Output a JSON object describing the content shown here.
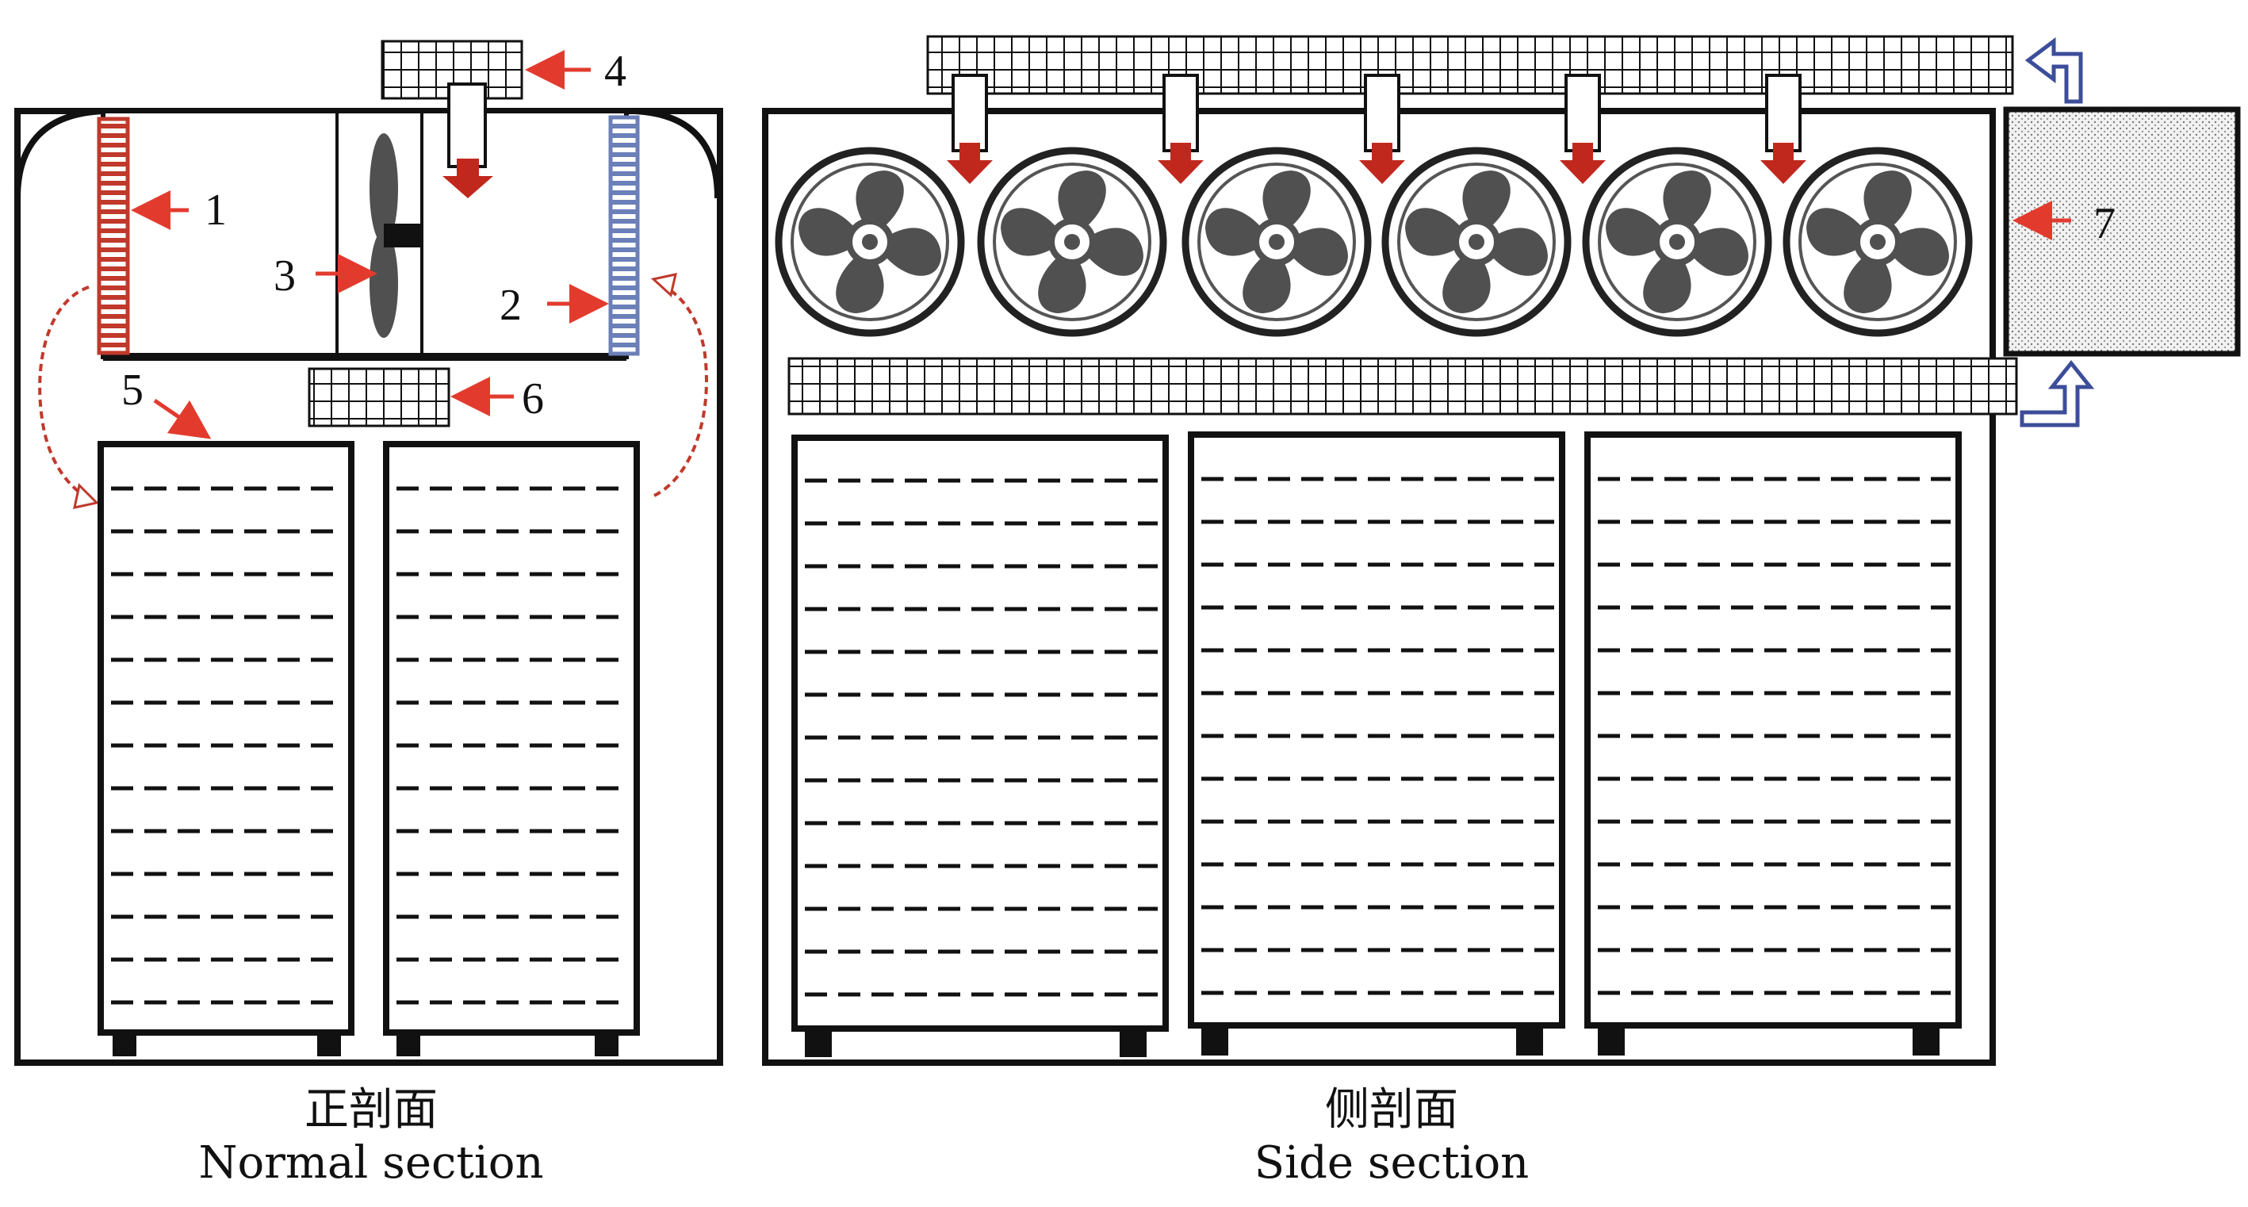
{
  "colors": {
    "outline": "#111111",
    "red_heat_exchanger": "#c0392b",
    "blue_heat_exchanger": "#6b7fb8",
    "red_arrow": "#e23b2e",
    "flow_arrow": "#c0392b",
    "dark_red_arrow": "#c0281e",
    "fan": "#505050",
    "blue_outline_arrow": "#3c4d9a",
    "dotted_fill": "#d8d8d8"
  },
  "labels": {
    "n1": "1",
    "n2": "2",
    "n3": "3",
    "n4": "4",
    "n5": "5",
    "n6": "6",
    "n7": "7"
  },
  "captions": {
    "normal_cn": "正剖面",
    "normal_en": "Normal section",
    "side_cn": "侧剖面",
    "side_en": "Side section"
  },
  "fans": {
    "count": 6,
    "icon": "fan-icon"
  }
}
